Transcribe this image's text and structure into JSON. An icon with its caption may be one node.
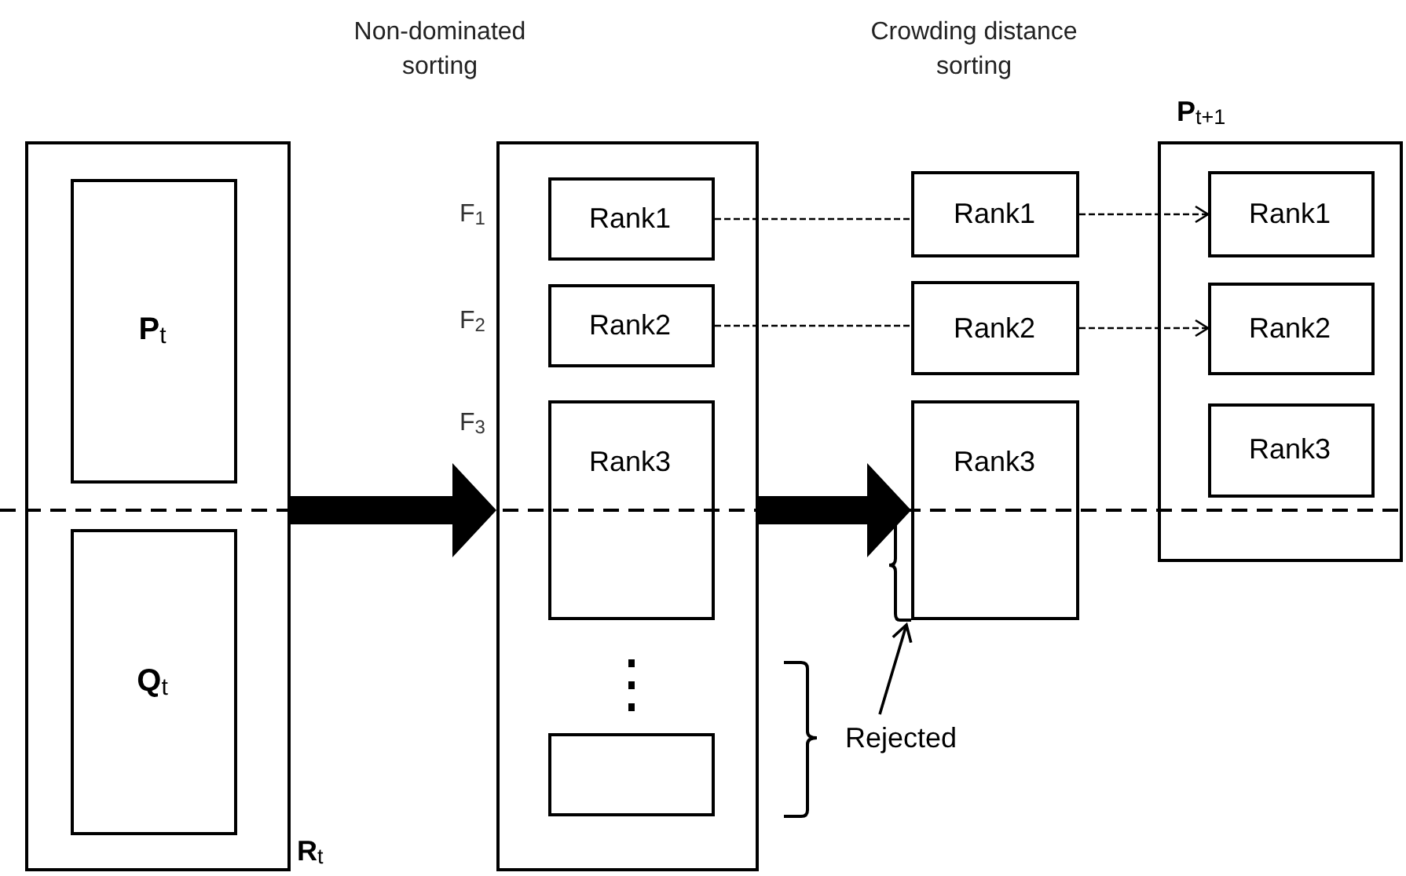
{
  "diagram": {
    "nodes": [
      {
        "text": [
          "**R**$_{t}$"
        ]
      },
      {
        "text": [
          "**P**$_{t}$"
        ],
        "in": 0
      },
      {
        "text": [
          "**Q**$_{t}$"
        ],
        "in": 0
      },
      {
        "text": [],
        "shape": "box"
      },
      {
        "text": [
          "Rank1"
        ],
        "in": 3,
        "beside": [
          "F$_{1}$"
        ]
      },
      {
        "text": [
          "Rank2"
        ],
        "in": 3,
        "beside": [
          "F$_{2}$"
        ]
      },
      {
        "text": [
          "Rank3"
        ],
        "in": 3,
        "beside": [
          "F$_{3}$"
        ]
      },
      {
        "text": [],
        "shape": "box",
        "in": 3
      },
      {
        "text": [
          "Rank1"
        ]
      },
      {
        "text": [
          "Rank2"
        ]
      },
      {
        "text": [
          "Rank3"
        ]
      },
      {
        "text": [
          "**P**$_{t+1}$"
        ]
      },
      {
        "text": [
          "Rank1"
        ],
        "in": 11
      },
      {
        "text": [
          "Rank2"
        ],
        "in": 11
      },
      {
        "text": [
          "Rank3"
        ],
        "in": 11
      },
      {
        "text": [
          "Rejected"
        ]
      }
    ],
    "edges": [
      {
        "from": 0,
        "to": 3,
        "arrow": "to",
        "style": "thick"
      },
      {
        "from": 3,
        "to": 10,
        "arrow": "to",
        "style": "thick"
      },
      {
        "from": 4,
        "to": 8,
        "arrow": "none",
        "style": "dashed"
      },
      {
        "from": 8,
        "to": 12,
        "arrow": "to",
        "style": "dashed"
      },
      {
        "from": 5,
        "to": 9,
        "arrow": "none",
        "style": "dashed"
      },
      {
        "from": 9,
        "to": 13,
        "arrow": "to",
        "style": "dashed"
      },
      {
        "from": 15,
        "to": 10,
        "arrow": "to"
      }
    ],
    "labels": [
      "Non-dominated sorting",
      "Crowding distance sorting"
    ]
  }
}
